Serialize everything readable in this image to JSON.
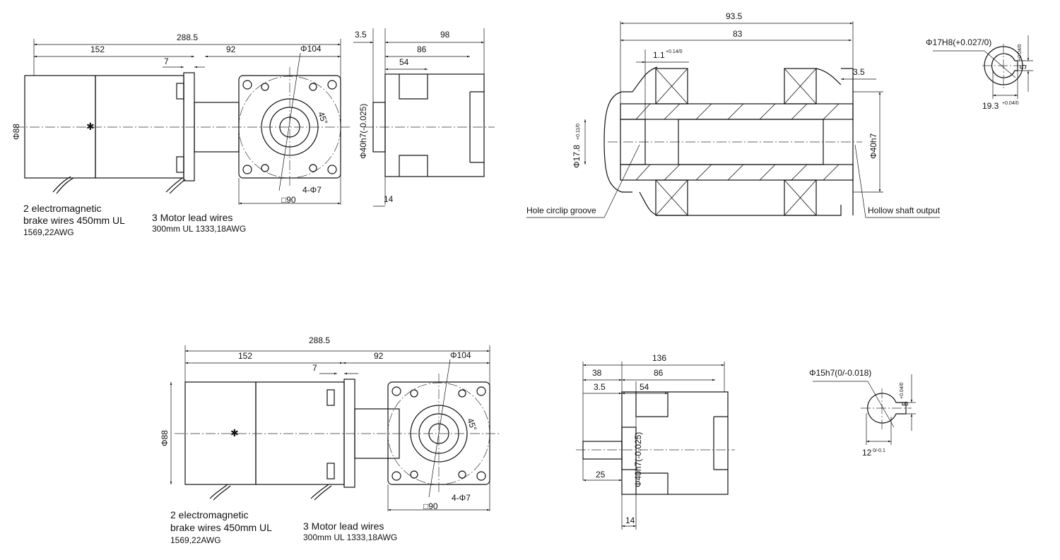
{
  "drawing_top_left": {
    "dim_total": "288.5",
    "dim_motor": "152",
    "dim_gear": "92",
    "dim_gap": "7",
    "dim_circle": "Φ104",
    "dim_diameter": "Φ88",
    "dim_square": "□90",
    "dim_holes": "4-Φ7",
    "dim_angle": "45°",
    "brake_label_1": "2 electromagnetic",
    "brake_label_2": "brake wires 450mm UL",
    "brake_label_3": "1569,22AWG",
    "motor_label_1": "3 Motor lead wires",
    "motor_label_2": "300mm UL 1333,18AWG"
  },
  "side_view_top": {
    "dim_35": "3.5",
    "dim_98": "98",
    "dim_86": "86",
    "dim_54": "54",
    "dim_14": "14",
    "dim_pilot": "Φ40h7(-0.025)"
  },
  "hollow_section": {
    "dim_935": "93.5",
    "dim_83": "83",
    "dim_11": "1.1",
    "dim_11_tol": "+0.14/0",
    "dim_35": "3.5",
    "dim_bore": "Φ17.8",
    "dim_bore_tol": "+0.11/0",
    "dim_pilot": "Φ40h7",
    "label_groove": "Hole circlip groove",
    "label_output": "Hollow shaft output"
  },
  "hollow_key_detail": {
    "dim_bore": "Φ17H8(+0.027/0)",
    "dim_depth": "19.3",
    "dim_depth_tol": "+0.04/0",
    "dim_key": "5",
    "dim_key_tol": "+0.04/0"
  },
  "drawing_bottom_left": {
    "dim_total": "288.5",
    "dim_motor": "152",
    "dim_gear": "92",
    "dim_gap": "7",
    "dim_circle": "Φ104",
    "dim_diameter": "Φ88",
    "dim_square": "□90",
    "dim_holes": "4-Φ7",
    "dim_angle": "45°",
    "brake_label_1": "2 electromagnetic",
    "brake_label_2": "brake wires 450mm UL",
    "brake_label_3": "1569,22AWG",
    "motor_label_1": "3 Motor lead wires",
    "motor_label_2": "300mm UL 1333,18AWG"
  },
  "side_view_bottom": {
    "dim_136": "136",
    "dim_38": "38",
    "dim_86": "86",
    "dim_35": "3.5",
    "dim_54": "54",
    "dim_25": "25",
    "dim_14": "14",
    "dim_pilot": "Φ40h7(-0.025)"
  },
  "solid_key_detail": {
    "dim_shaft": "Φ15h7(0/-0.018)",
    "dim_flat": "12",
    "dim_flat_tol": "0/-0.1",
    "dim_key": "5",
    "dim_key_tol": "+0.04/0"
  }
}
